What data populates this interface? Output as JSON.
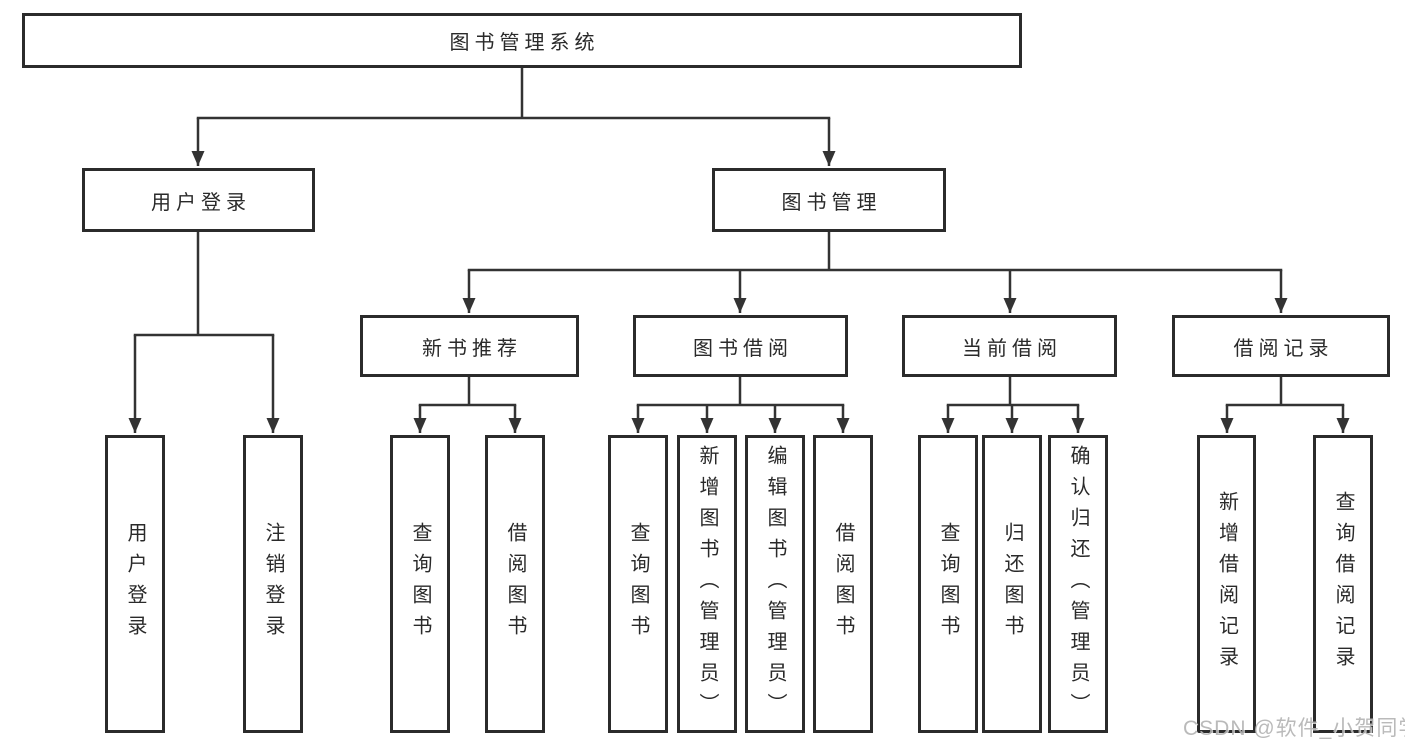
{
  "diagram_type": "hierarchy-tree",
  "colors": {
    "line": "#333333",
    "box_border": "#2b2b2b",
    "text": "#2a2a2a",
    "watermark": "#b3b3b3",
    "background": "#ffffff"
  },
  "watermark": "CSDN @软件_小贺同学",
  "tree": {
    "label": "图书管理系统",
    "children": [
      {
        "label": "用户登录",
        "children": [
          {
            "label": "用户登录"
          },
          {
            "label": "注销登录"
          }
        ]
      },
      {
        "label": "图书管理",
        "children": [
          {
            "label": "新书推荐",
            "children": [
              {
                "label": "查询图书"
              },
              {
                "label": "借阅图书"
              }
            ]
          },
          {
            "label": "图书借阅",
            "children": [
              {
                "label": "查询图书"
              },
              {
                "label": "新增图书（管理员）"
              },
              {
                "label": "编辑图书（管理员）"
              },
              {
                "label": "借阅图书"
              }
            ]
          },
          {
            "label": "当前借阅",
            "children": [
              {
                "label": "查询图书"
              },
              {
                "label": "归还图书"
              },
              {
                "label": "确认归还（管理员）"
              }
            ]
          },
          {
            "label": "借阅记录",
            "children": [
              {
                "label": "新增借阅记录"
              },
              {
                "label": "查询借阅记录"
              }
            ]
          }
        ]
      }
    ]
  }
}
